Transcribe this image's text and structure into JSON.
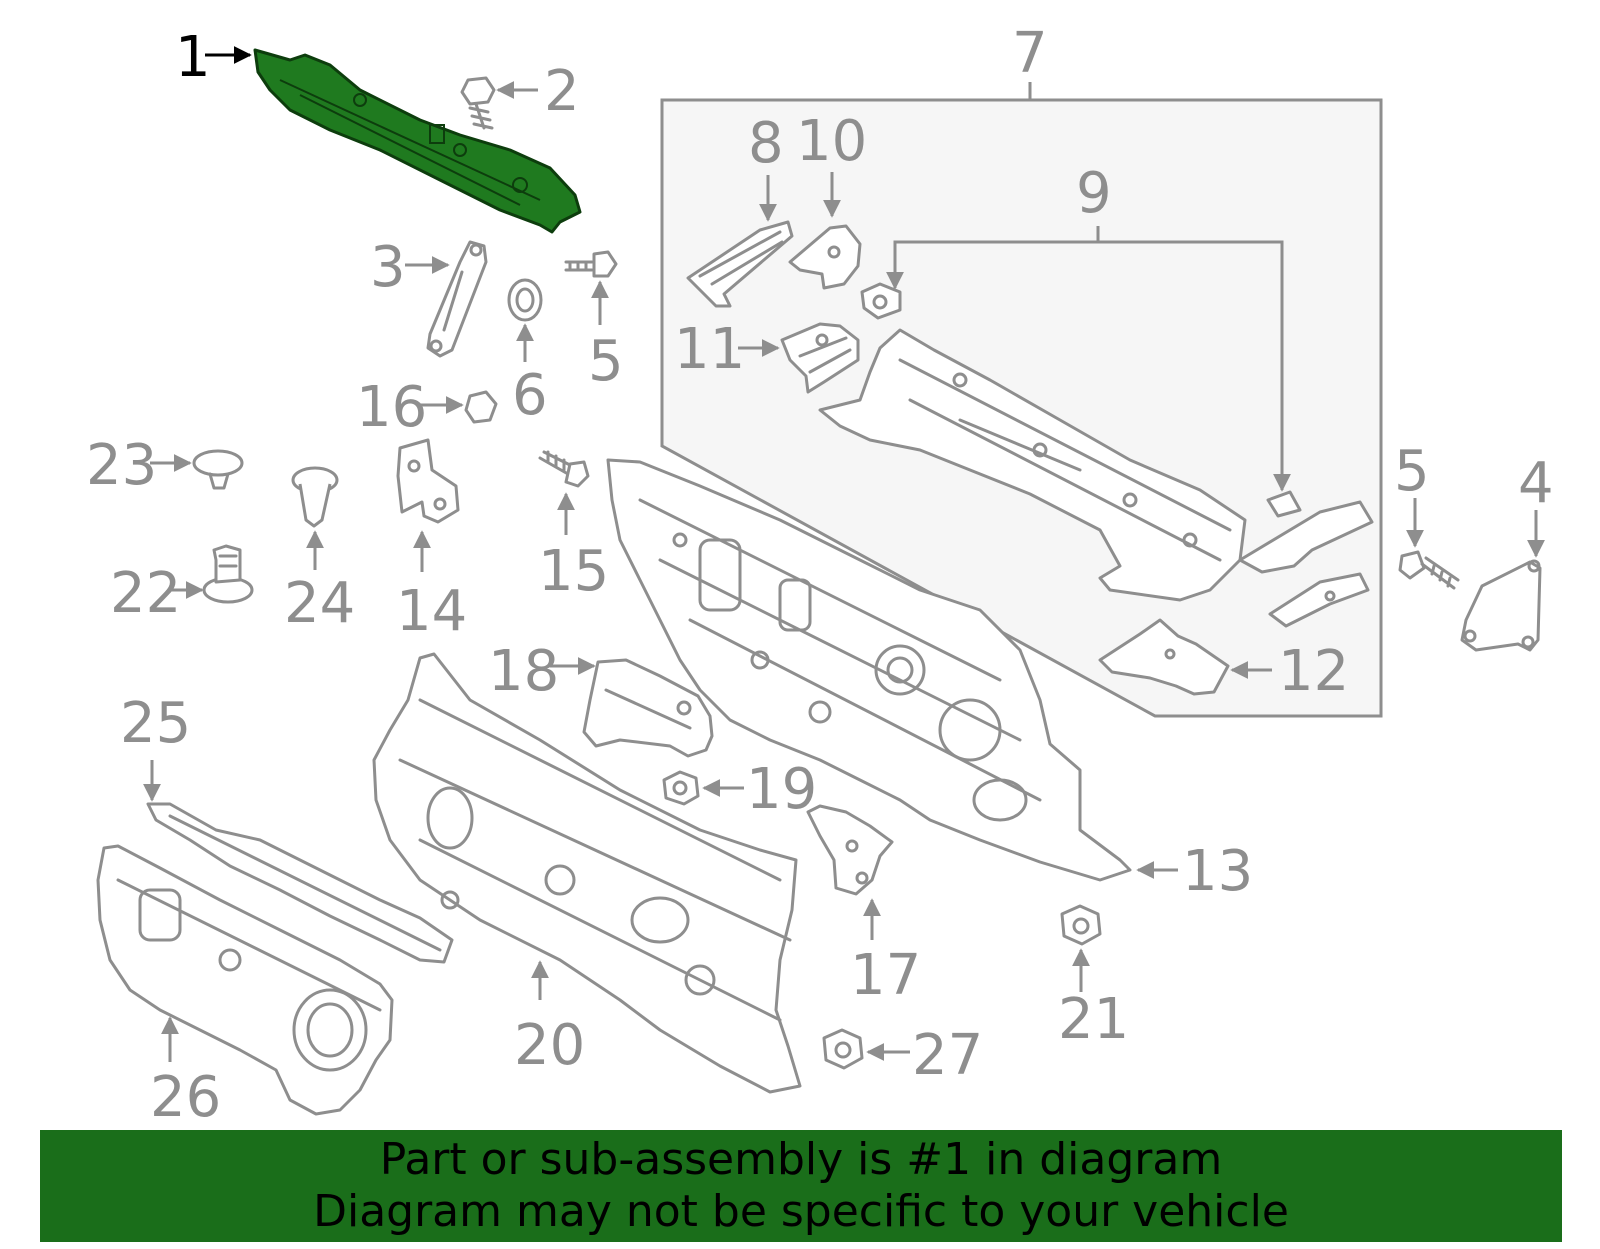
{
  "callouts": {
    "c1": "1",
    "c2": "2",
    "c3": "3",
    "c4": "4",
    "c5a": "5",
    "c5b": "5",
    "c6": "6",
    "c7": "7",
    "c8": "8",
    "c9": "9",
    "c10": "10",
    "c11": "11",
    "c12": "12",
    "c13": "13",
    "c14": "14",
    "c15": "15",
    "c16": "16",
    "c17": "17",
    "c18": "18",
    "c19": "19",
    "c20": "20",
    "c21": "21",
    "c22": "22",
    "c23": "23",
    "c24": "24",
    "c25": "25",
    "c26": "26",
    "c27": "27"
  },
  "highlighted_part": "1",
  "banner": {
    "line1": "Part or sub-assembly is #1 in diagram",
    "line2": "Diagram may not be specific to your vehicle"
  },
  "colors": {
    "highlight": "#1f7a1f",
    "banner": "#1a6e1a",
    "line_art": "#8e8e8e",
    "subassembly_box": "#f6f6f6"
  }
}
